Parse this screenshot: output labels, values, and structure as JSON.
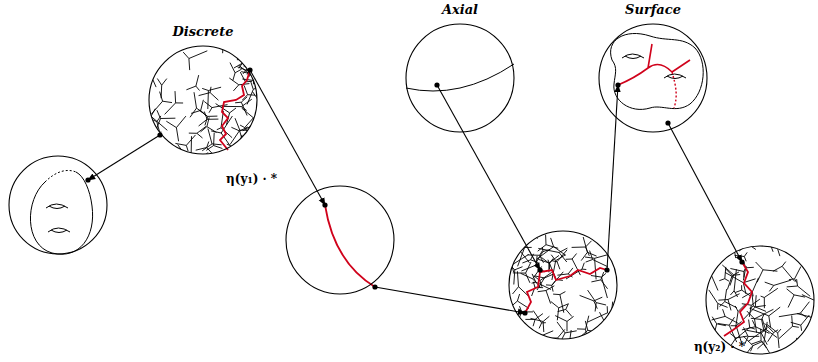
{
  "diagram": {
    "nodes": [
      {
        "text": []
      },
      {
        "text": [
          "Discrete",
          "η(y₁) · *"
        ]
      },
      {
        "text": []
      },
      {
        "text": [
          "Axial"
        ]
      },
      {
        "text": []
      },
      {
        "text": [
          "Surface"
        ]
      },
      {
        "text": [
          "η(y₂) · *"
        ]
      }
    ],
    "edges": [
      {
        "from": 1,
        "to": 0,
        "arrow": "to"
      },
      {
        "from": 1,
        "to": 2,
        "arrow": "to"
      },
      {
        "from": 2,
        "to": 4,
        "arrow": "to"
      },
      {
        "from": 3,
        "to": 4,
        "arrow": "to"
      },
      {
        "from": 4,
        "to": 5,
        "arrow": "to"
      },
      {
        "from": 5,
        "to": 6,
        "arrow": "to"
      }
    ]
  }
}
